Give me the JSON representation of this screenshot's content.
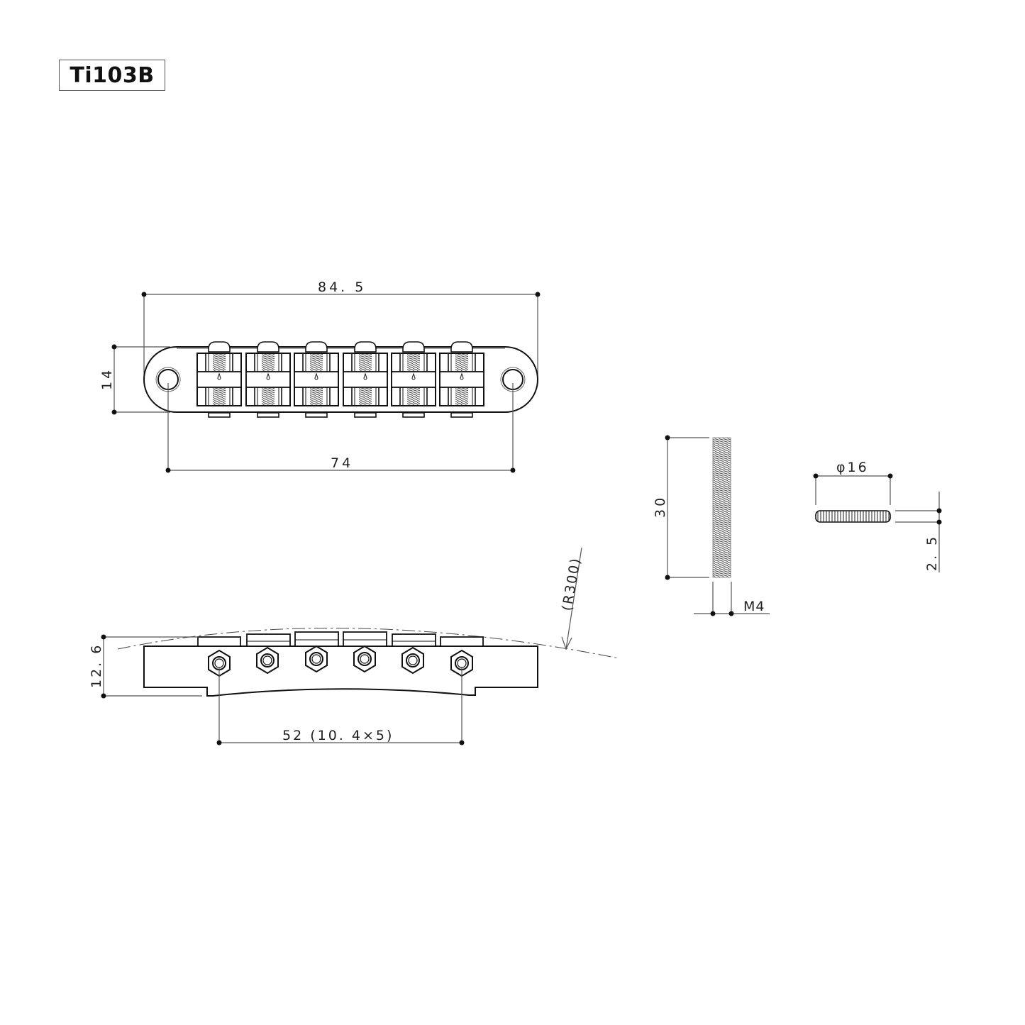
{
  "title": "Ti103B",
  "top_view": {
    "dim_overall_length": "84. 5",
    "dim_height": "14",
    "dim_post_spacing": "74",
    "saddle_count": 6
  },
  "side_view": {
    "dim_height": "12. 6",
    "dim_string_spacing": "52 (10. 4×5)",
    "dim_radius": "(R300)"
  },
  "stud_view": {
    "dim_length": "30",
    "dim_thread": "M4"
  },
  "wheel_view": {
    "dim_diameter": "φ16",
    "dim_thickness": "2. 5"
  },
  "colors": {
    "line": "#111111",
    "dim_line": "#555555",
    "thread_fill": "#888888"
  }
}
